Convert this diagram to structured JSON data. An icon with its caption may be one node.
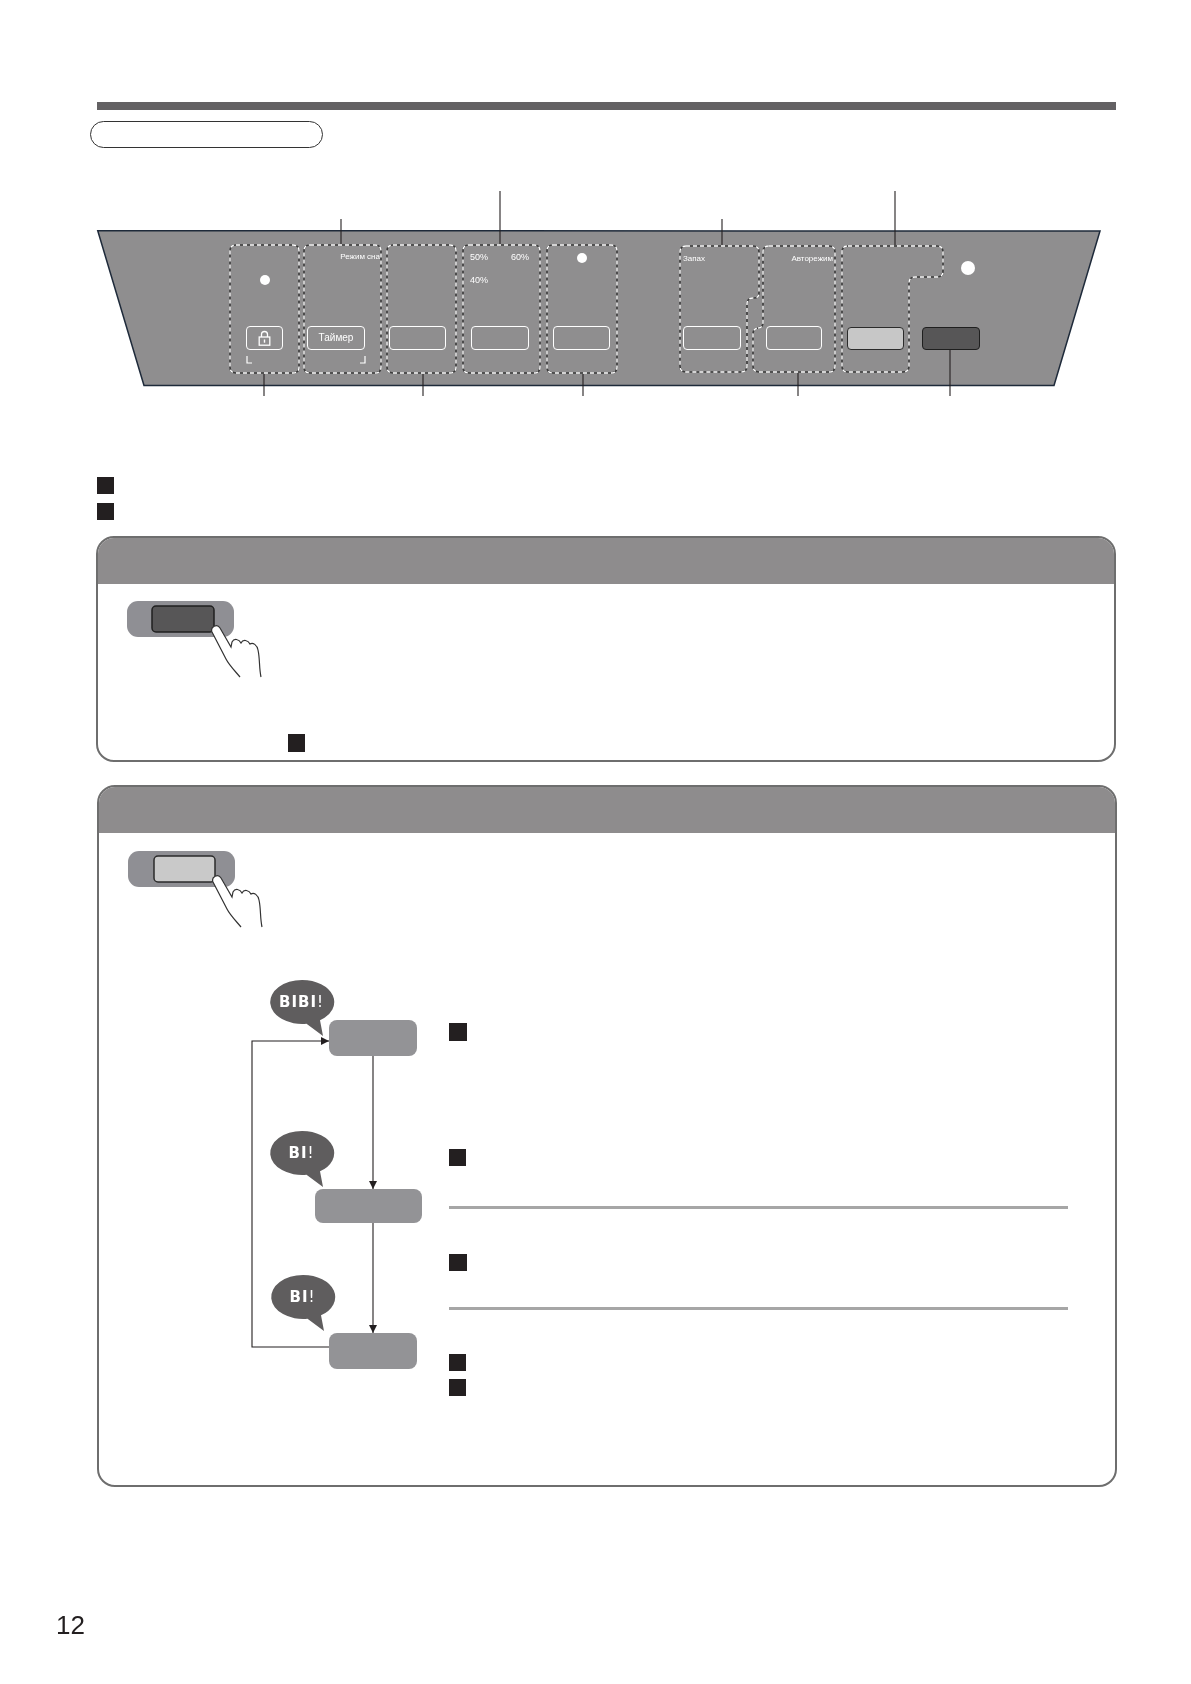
{
  "diagram": {
    "nodes": [
      {
        "text": [],
        "shape": "trapezoid"
      },
      {
        "text": [],
        "shape": "box",
        "in": 0
      },
      {
        "text": [],
        "shape": "box",
        "in": 1
      },
      {
        "text": [
          "Режим сна"
        ],
        "in": 0
      },
      {
        "text": [
          "Таймер"
        ],
        "in": 3
      },
      {
        "text": [],
        "shape": "box",
        "in": 0
      },
      {
        "text": [],
        "shape": "box",
        "in": 5
      },
      {
        "text": [
          "50%",
          "60%",
          "40%"
        ],
        "in": 0
      },
      {
        "text": [],
        "shape": "box",
        "in": 7
      },
      {
        "text": [],
        "shape": "box",
        "in": 0
      },
      {
        "text": [],
        "shape": "box",
        "in": 9
      },
      {
        "text": [
          "Запах"
        ],
        "in": 0
      },
      {
        "text": [],
        "shape": "box",
        "in": 11
      },
      {
        "text": [
          "Авторежим"
        ],
        "in": 0
      },
      {
        "text": [],
        "shape": "box",
        "in": 13
      },
      {
        "text": [],
        "shape": "box",
        "in": 0
      },
      {
        "text": [],
        "shape": "box",
        "in": 15
      },
      {
        "text": [],
        "shape": "box",
        "in": 0
      },
      {
        "text": [],
        "shape": "box"
      },
      {
        "text": [],
        "shape": "box"
      },
      {
        "text": [
          "**BIBI**!"
        ],
        "in": 19
      },
      {
        "text": [],
        "shape": "box",
        "in": 19
      },
      {
        "text": [
          "**BI**!"
        ],
        "in": 19
      },
      {
        "text": [],
        "shape": "box",
        "in": 19
      },
      {
        "text": [
          "**BI**!"
        ],
        "in": 19
      },
      {
        "text": [],
        "shape": "box",
        "in": 19
      }
    ],
    "edges": [
      {
        "from": null,
        "to": 3,
        "arrow": "none"
      },
      {
        "from": null,
        "to": 7,
        "arrow": "none"
      },
      {
        "from": null,
        "to": 11,
        "arrow": "none"
      },
      {
        "from": null,
        "to": 15,
        "arrow": "none"
      },
      {
        "from": null,
        "to": 1,
        "arrow": "none"
      },
      {
        "from": null,
        "to": 5,
        "arrow": "none"
      },
      {
        "from": null,
        "to": 9,
        "arrow": "none"
      },
      {
        "from": null,
        "to": 13,
        "arrow": "none"
      },
      {
        "from": null,
        "to": 17,
        "arrow": "none"
      },
      {
        "from": 21,
        "to": 23,
        "arrow": "to"
      },
      {
        "from": 23,
        "to": 25,
        "arrow": "to"
      },
      {
        "from": 25,
        "to": 21,
        "arrow": "to"
      }
    ],
    "labels": [
      "12"
    ]
  }
}
